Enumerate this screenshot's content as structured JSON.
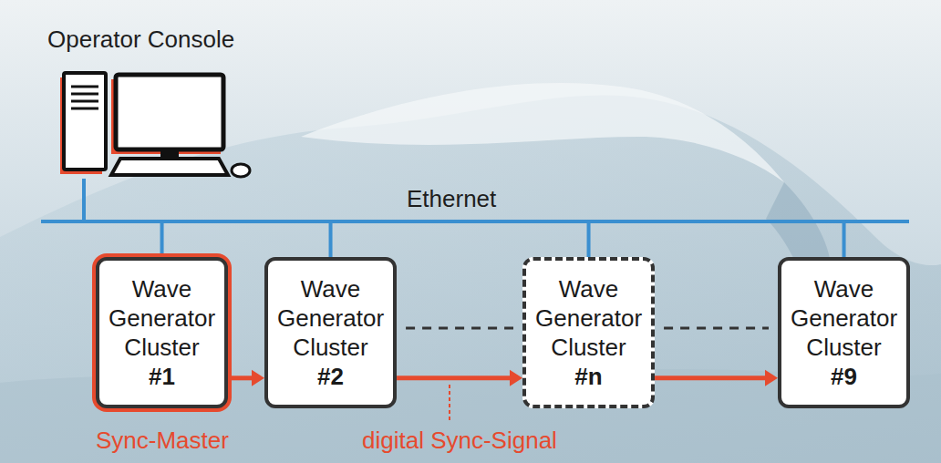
{
  "diagram": {
    "nodes": [
      {
        "text": [
          "Operator Console"
        ]
      },
      {
        "text": [
          "Wave Generator Cluster",
          "#1"
        ]
      },
      {
        "text": [
          "Wave Generator Cluster",
          "#2"
        ]
      },
      {
        "text": [
          "Wave Generator Cluster",
          "#n"
        ]
      },
      {
        "text": [
          "Wave Generator Cluster",
          "#9"
        ]
      }
    ],
    "edges": [
      {
        "from": 0,
        "to": 1,
        "arrow": "none"
      },
      {
        "from": 0,
        "to": 2,
        "arrow": "none"
      },
      {
        "from": 0,
        "to": 3,
        "arrow": "none"
      },
      {
        "from": 0,
        "to": 4,
        "arrow": "none"
      },
      {
        "from": 1,
        "to": 2,
        "arrow": "to"
      },
      {
        "from": 2,
        "to": 3,
        "label": "digital Sync-Signal",
        "arrow": "to"
      },
      {
        "from": 3,
        "to": 4,
        "arrow": "to"
      },
      {
        "from": 2,
        "to": 3,
        "arrow": "none"
      },
      {
        "from": 3,
        "to": 4,
        "arrow": "none"
      }
    ],
    "labels": [
      "Ethernet",
      "Sync-Master"
    ]
  }
}
